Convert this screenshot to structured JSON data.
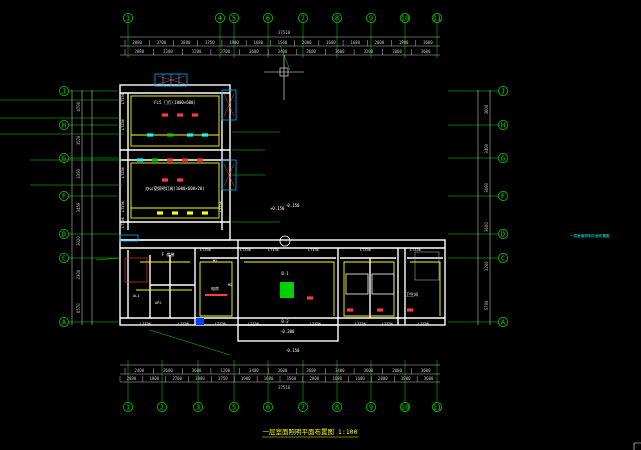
{
  "drawing": {
    "title": "一层室面照明平面布置图 1:100",
    "legend_note": "一层室面照明平面布置图",
    "colors": {
      "background": "#000000",
      "wall": "#ffffff",
      "dimension": "#c0c0c0",
      "axis": "#00e000",
      "lighting": "#ffff00",
      "fixture": "#ff3b3b",
      "equipment": "#00ffff",
      "window": "#00aaff",
      "note": "#00ffff"
    },
    "axis_top": [
      "1",
      "4",
      "5",
      "6",
      "7",
      "8",
      "9",
      "10",
      "11"
    ],
    "axis_bottom": [
      "1",
      "2",
      "3",
      "5",
      "6",
      "7",
      "8",
      "9",
      "10",
      "11"
    ],
    "axis_left": [
      "J",
      "H",
      "G",
      "F",
      "D",
      "C",
      "A"
    ],
    "axis_right": [
      "J",
      "H",
      "G",
      "F",
      "D",
      "C",
      "A"
    ],
    "dims_top_total": "37510",
    "dims_top_row1": [
      "2880",
      "3700",
      "3880",
      "3750",
      "1900",
      "1680",
      "1560",
      "2000",
      "1680",
      "1680",
      "2000",
      "1800",
      "3600"
    ],
    "dims_top_row2": [
      "2880",
      "3300",
      "1200",
      "3700",
      "3600",
      "3400",
      "3600",
      "3600",
      "3200",
      "2000",
      "3600"
    ],
    "dims_bottom_total": "37510",
    "dims_bottom_row1": [
      "2400",
      "3600",
      "3600",
      "1200",
      "3400",
      "3600",
      "3600",
      "3400",
      "3600",
      "2000",
      "3600"
    ],
    "dims_bottom_row2": [
      "2880",
      "1800",
      "3700",
      "3880",
      "3750",
      "1900",
      "1680",
      "1560",
      "2000",
      "1680",
      "1680",
      "2000",
      "1800",
      "3600"
    ],
    "dims_left": [
      "4700",
      "3570",
      "3390",
      "3450",
      "3020",
      "2300",
      "6570"
    ],
    "dims_right": [
      "3600",
      "3400",
      "3600",
      "3600",
      "3200",
      "5700"
    ],
    "rooms": [
      {
        "label": "FL5 门厅(1000×600)"
      },
      {
        "label": "办公室照明灯具(1000×600×20)"
      },
      {
        "label": "F 楼梯"
      },
      {
        "label": "B-1"
      },
      {
        "label": "B-2"
      },
      {
        "label": "电房"
      },
      {
        "label": "卫生间"
      }
    ],
    "door_tags": [
      "LTZ36",
      "LTZ36",
      "LTZ36",
      "LTZ36",
      "LTZ36",
      "LTZ36",
      "LTZ36",
      "LTZ36",
      "LTZ36",
      "LTZ36",
      "LTZ36",
      "LTZ36",
      "LTZ36",
      "LTZ36",
      "LTZ36",
      "LTZ36",
      "LTZ36",
      "LTZ36",
      "LTZ36",
      "LTZ36"
    ],
    "elev_marks": [
      "+0.150",
      "-0.150",
      "-0.300",
      "-0.150"
    ],
    "labels_misc": [
      "M1",
      "M2",
      "AL1",
      "AP2"
    ]
  }
}
